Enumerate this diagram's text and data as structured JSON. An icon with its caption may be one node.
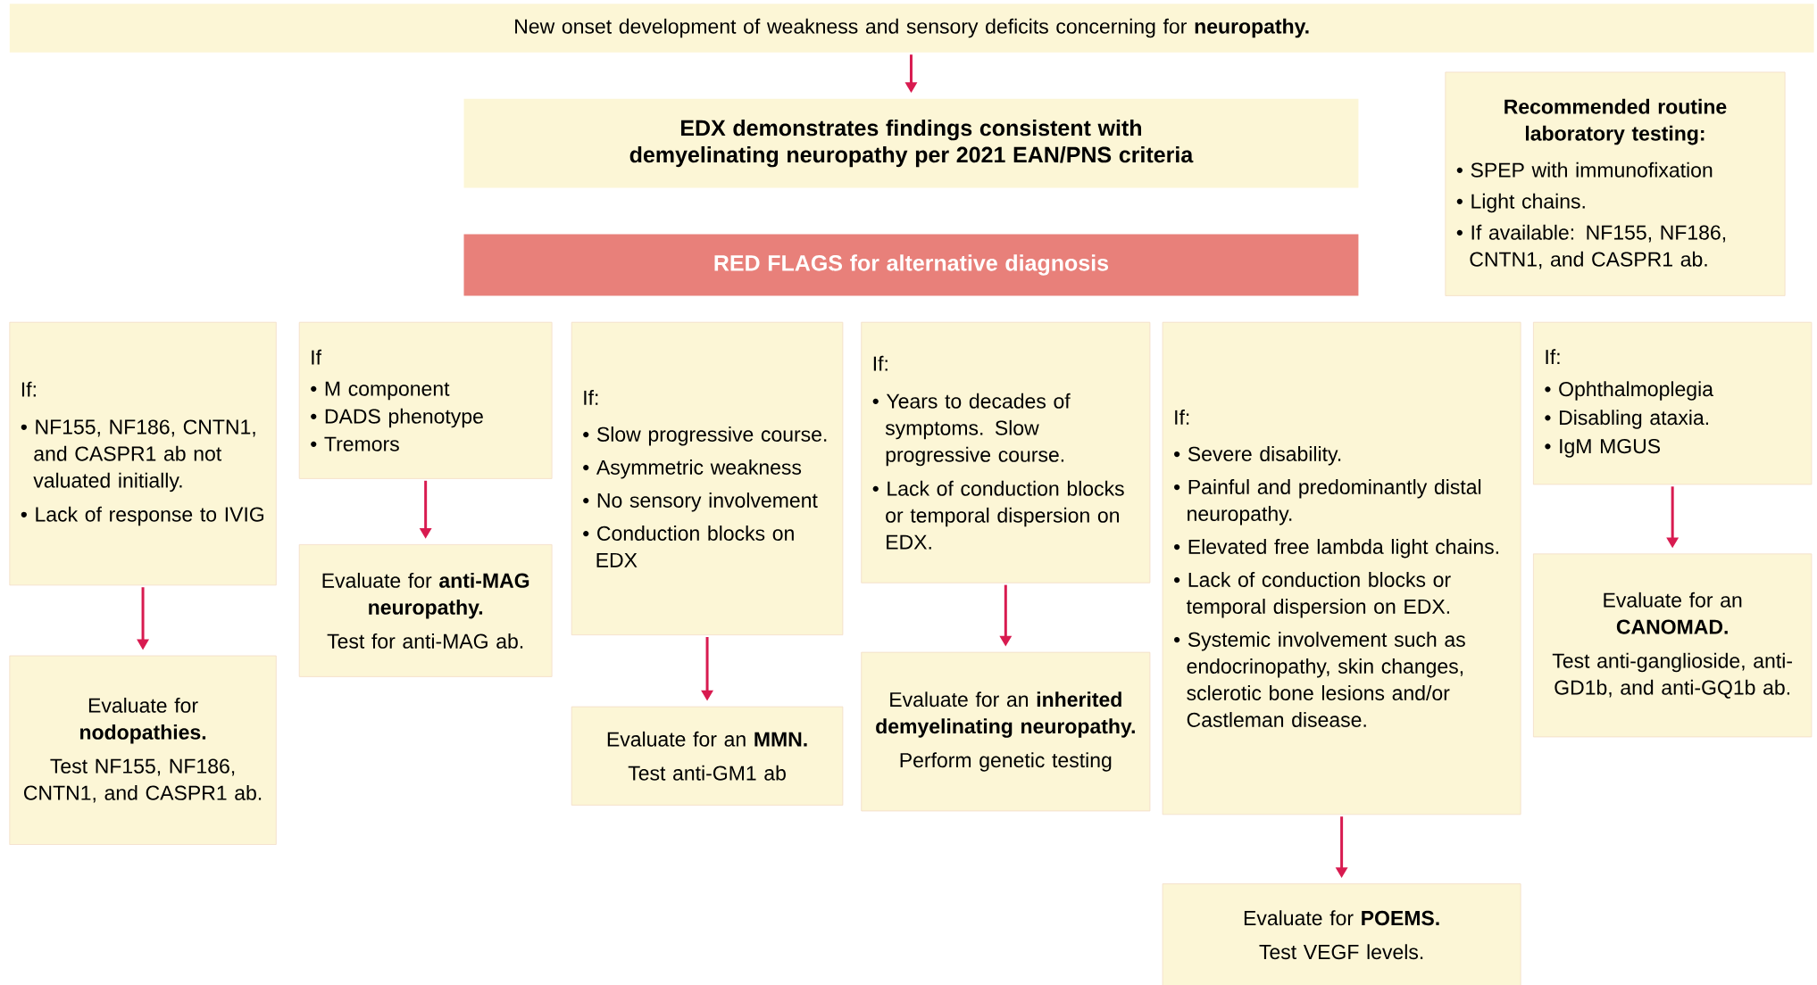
{
  "diagram": {
    "nodes": [
      {
        "text": [
          "New onset development of weakness and sensory deficits concerning for **neuropathy.**"
        ]
      },
      {
        "text": [
          "EDX demonstrates findings consistent with demyelinating neuropathy per 2021 EAN/PNS criteria"
        ]
      },
      {
        "text": [
          "RED FLAGS for alternative diagnosis"
        ]
      },
      {
        "text": [
          "Recommended routine laboratory testing:",
          "• SPEP with immunofixation",
          "• Light chains.",
          "• If available: NF155, NF186, CNTN1, and CASPR1 ab."
        ]
      },
      {
        "text": [
          "If:",
          "• NF155, NF186, CNTN1, and CASPR1 ab not valuated initially.",
          "• Lack of response to IVIG"
        ]
      },
      {
        "text": [
          "If",
          "• M component",
          "• DADS phenotype",
          "• Tremors"
        ]
      },
      {
        "text": [
          "If:",
          "• Slow progressive course.",
          "• Asymmetric weakness",
          "• No sensory involvement",
          "• Conduction blocks on EDX"
        ]
      },
      {
        "text": [
          "If:",
          "• Years to decades of symptoms. Slow progressive course.",
          "• Lack of conduction blocks or temporal dispersion on EDX."
        ]
      },
      {
        "text": [
          "If:",
          "• Severe disability.",
          "• Painful and predominantly distal neuropathy.",
          "• Elevated free lambda light chains.",
          "• Lack of conduction blocks or temporal dispersion on EDX.",
          "• Systemic involvement such as endocrinopathy, skin changes, sclerotic bone lesions and/or Castleman disease."
        ]
      },
      {
        "text": [
          "If:",
          "• Ophthalmoplegia",
          "• Disabling ataxia.",
          "• IgM MGUS"
        ]
      },
      {
        "text": [
          "Evaluate for **nodopathies.**",
          "Test NF155, NF186, CNTN1, and CASPR1 ab."
        ]
      },
      {
        "text": [
          "Evaluate for **anti-MAG neuropathy.**",
          "Test for anti-MAG ab."
        ]
      },
      {
        "text": [
          "Evaluate for an **MMN.**",
          "Test anti-GM1 ab"
        ]
      },
      {
        "text": [
          "Evaluate for an **inherited demyelinating neuropathy.**",
          "Perform genetic testing"
        ]
      },
      {
        "text": [
          "Evaluate for **POEMS.**",
          "Test VEGF levels."
        ]
      },
      {
        "text": [
          "Evaluate for an **CANOMAD.**",
          "Test anti-ganglioside, anti-GD1b, and anti-GQ1b ab."
        ]
      }
    ],
    "edges": [
      {
        "from": 0,
        "to": 1,
        "arrow": "to"
      },
      {
        "from": 4,
        "to": 10,
        "arrow": "to"
      },
      {
        "from": 5,
        "to": 11,
        "arrow": "to"
      },
      {
        "from": 6,
        "to": 12,
        "arrow": "to"
      },
      {
        "from": 7,
        "to": 13,
        "arrow": "to"
      },
      {
        "from": 8,
        "to": 14,
        "arrow": "to"
      },
      {
        "from": 9,
        "to": 15,
        "arrow": "to"
      }
    ]
  }
}
